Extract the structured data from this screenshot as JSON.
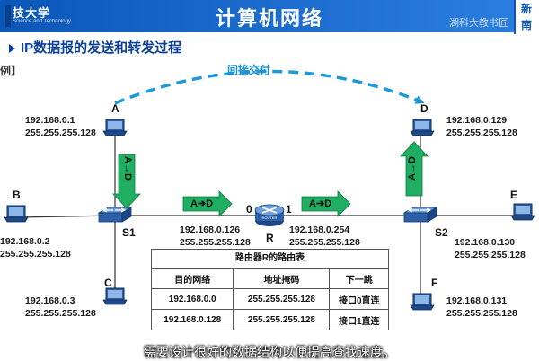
{
  "header": {
    "logo_text": "技大学",
    "logo_sub": "Science and Technology",
    "title": "计算机网络",
    "school": "湖科大教书匠",
    "corner_chars": [
      "新",
      "南"
    ],
    "brand_color": "#0a57b8"
  },
  "slide": {
    "heading": "IP数据报的发送和转发过程",
    "side_label": "例】",
    "indirect_label": "间接交付"
  },
  "hosts": {
    "A": {
      "name": "A",
      "ip": "192.168.0.1",
      "mask": "255.255.255.128"
    },
    "B": {
      "name": "B",
      "ip": "192.168.0.2",
      "mask": "255.255.255.128"
    },
    "C": {
      "name": "C",
      "ip": "192.168.0.3",
      "mask": "255.255.255.128"
    },
    "D": {
      "name": "D",
      "ip": "192.168.0.129",
      "mask": "255.255.255.128"
    },
    "E": {
      "name": "E",
      "ip": "192.168.0.130",
      "mask": "255.255.255.128"
    },
    "F": {
      "name": "F",
      "ip": "192.168.0.131",
      "mask": "255.255.255.128"
    }
  },
  "switches": {
    "s1": "S1",
    "s2": "S2"
  },
  "router": {
    "name": "R",
    "device_text": "ROUTER",
    "if0": {
      "label": "0",
      "ip": "192.168.0.126",
      "mask": "255.255.255.128"
    },
    "if1": {
      "label": "1",
      "ip": "192.168.0.254",
      "mask": "255.255.255.128"
    }
  },
  "flow_arrows": {
    "from": "A",
    "to": "D"
  },
  "routing_table": {
    "title": "路由器R的路由表",
    "headers": [
      "目的网络",
      "地址掩码",
      "下一跳"
    ],
    "rows": [
      [
        "192.168.0.0",
        "255.255.255.128",
        "接口0直连"
      ],
      [
        "192.168.0.128",
        "255.255.255.128",
        "接口1直连"
      ]
    ]
  },
  "subtitle": "需要设计很好的数据结构以便提高查找速度。",
  "colors": {
    "flow_green": "#1fae62",
    "dash_blue": "#1d9ad6",
    "device_blue": "#2b5fa6"
  }
}
